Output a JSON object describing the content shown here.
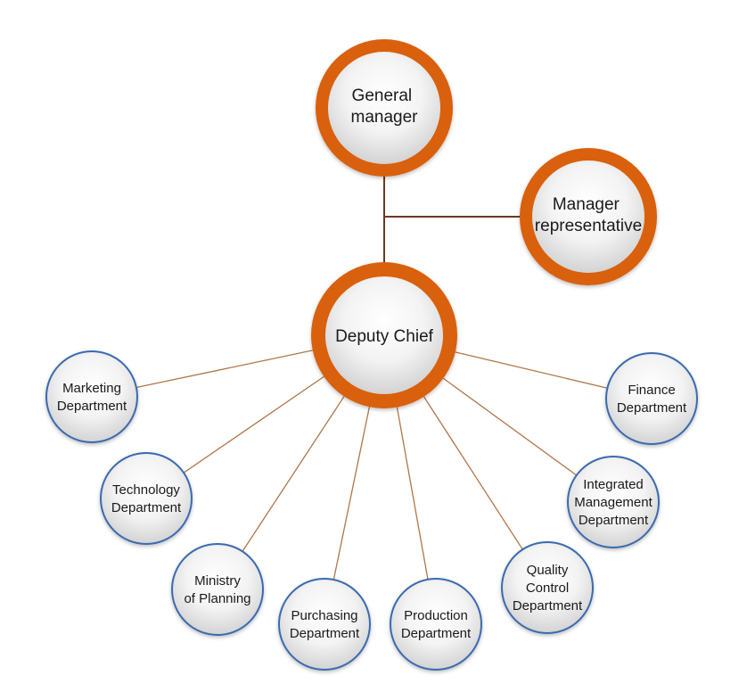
{
  "colors": {
    "primary_ring": "#d9600f",
    "secondary_ring": "#3b6ab0",
    "line_main": "#6b3a1f",
    "line_branch": "#b0764a",
    "node_fill_light": "#ffffff",
    "node_fill_dark": "#d7d7d7",
    "text": "#1a1a1a"
  },
  "diagram": {
    "general_manager": [
      "General",
      "manager"
    ],
    "manager_representative": [
      "Manager",
      "representative"
    ],
    "deputy_chief": [
      "Deputy Chief"
    ],
    "departments": [
      [
        "Marketing",
        "Department"
      ],
      [
        "Technology",
        "Department"
      ],
      [
        "Ministry",
        "of Planning"
      ],
      [
        "Purchasing",
        "Department"
      ],
      [
        "Production",
        "Department"
      ],
      [
        "Quality",
        "Control",
        "Department"
      ],
      [
        "Integrated",
        "Management",
        "Department"
      ],
      [
        "Finance",
        "Department"
      ]
    ]
  }
}
